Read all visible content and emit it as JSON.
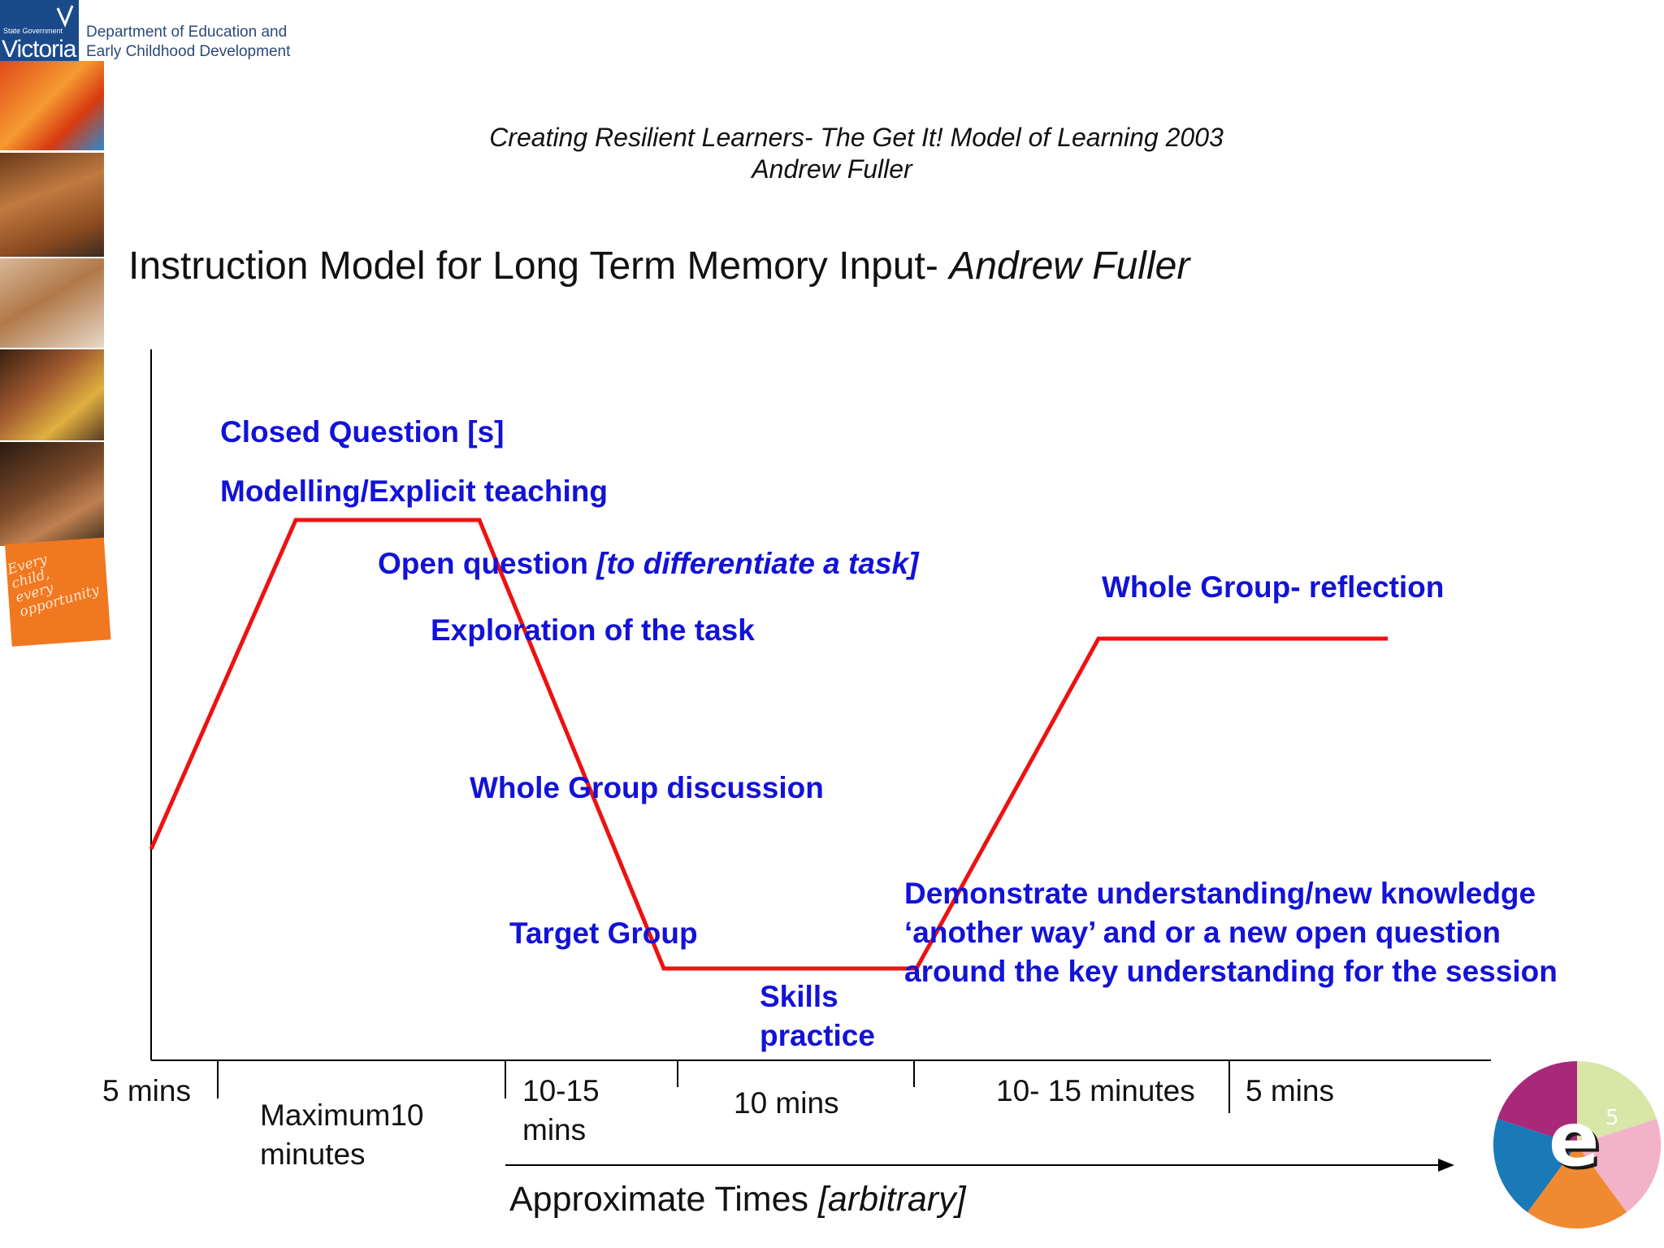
{
  "header": {
    "logo_small": "State Government",
    "logo_big": "Victoria",
    "department_line1": "Department of Education and",
    "department_line2": "Early Childhood Development"
  },
  "sidebar": {
    "card_text": [
      "Every",
      "child,",
      "every",
      "opportunity"
    ]
  },
  "source": {
    "line1": "Creating Resilient Learners- The Get It! Model of Learning 2003",
    "line2": "Andrew Fuller"
  },
  "title": {
    "main": "Instruction Model for Long Term Memory Input- ",
    "author": "Andrew Fuller"
  },
  "diagram": {
    "labels": {
      "closed_question": "Closed Question [s]",
      "modelling": "Modelling/Explicit teaching",
      "open_question_main": "Open question ",
      "open_question_italic": "[to differentiate a task]",
      "exploration": "Exploration of the task",
      "whole_group_discussion": "Whole Group discussion",
      "target_group": "Target Group",
      "skills_line1": "Skills",
      "skills_line2": "practice",
      "demonstrate_line1": "Demonstrate understanding/new knowledge",
      "demonstrate_line2": "‘another way’ and or a new open question",
      "demonstrate_line3": "around the key understanding for the session",
      "whole_group_reflection": "Whole Group- reflection"
    },
    "times": {
      "t1": "5 mins",
      "t2_line1": "Maximum10",
      "t2_line2": "minutes",
      "t3_line1": "10-15",
      "t3_line2": "mins",
      "t4": "10 mins",
      "t5": "10- 15 minutes",
      "t6": "5 mins"
    },
    "axis_title_main": "Approximate Times ",
    "axis_title_italic": "[arbitrary]",
    "colors": {
      "line": "#ee1111",
      "label": "#1212d8"
    }
  },
  "footer": {
    "logo_letter": "e",
    "logo_superscript": "5"
  }
}
